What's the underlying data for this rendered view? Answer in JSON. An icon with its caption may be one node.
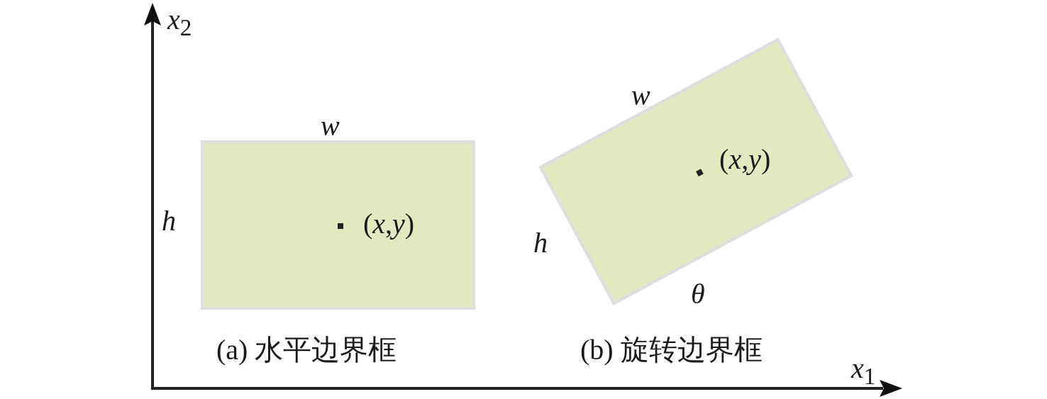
{
  "diagram": {
    "nodes": [
      {
        "text": [
          "(*x*,*y*)"
        ]
      },
      {
        "text": [
          "(*x*,*y*)"
        ]
      }
    ],
    "labels": [
      "*x*$_{2}$",
      "*w*",
      "*w*",
      "*h*",
      "*h*",
      "*θ*",
      "(a) 水平边界框",
      "(b) 旋转边界框",
      "*x*$_{1}$"
    ]
  }
}
